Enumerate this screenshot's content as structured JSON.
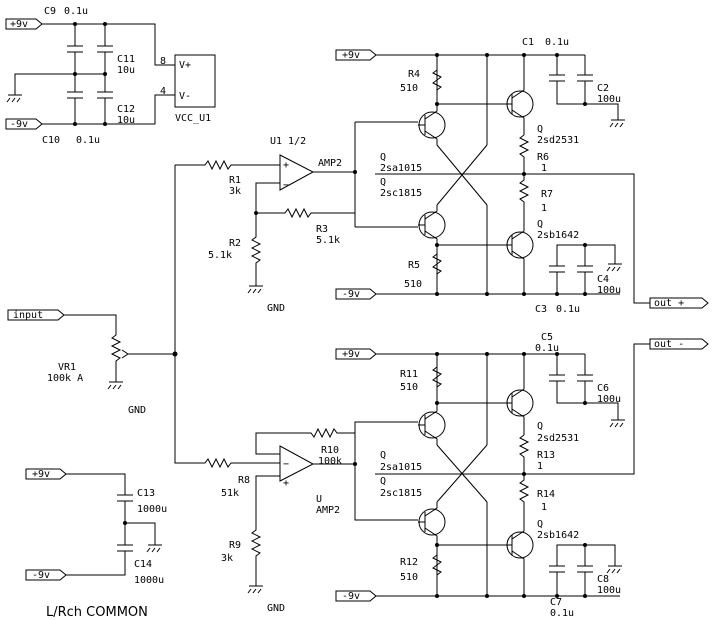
{
  "power": {
    "c9": "C9",
    "c9_val": "0.1u",
    "c10": "C10",
    "c10_val": "0.1u",
    "c11": "C11",
    "c11_val": "10u",
    "c12": "C12",
    "c12_val": "10u",
    "pin8": "8",
    "pin4": "4",
    "vplus": "V+",
    "vminus": "V-",
    "vcc": "VCC_U1",
    "p9": "+9v",
    "m9": "-9v"
  },
  "top": {
    "u1": "U1 1/2",
    "amp2": "AMP2",
    "r1": "R1",
    "r1_val": "3k",
    "r2": "R2",
    "r2_val": "5.1k",
    "r3": "R3",
    "r3_val": "5.1k",
    "r4": "R4",
    "r4_val": "510",
    "r5": "R5",
    "r5_val": "510",
    "r6": "R6",
    "r6_val": "1",
    "r7": "R7",
    "r7_val": "1",
    "c1": "C1",
    "c1_val": "0.1u",
    "c2": "C2",
    "c2_val": "100u",
    "c3": "C3",
    "c3_val": "0.1u",
    "c4": "C4",
    "c4_val": "100u",
    "q": "Q",
    "q_2sd2531": "2sd2531",
    "q_2sa1015": "2sa1015",
    "q_2sc1815": "2sc1815",
    "q_2sb1642": "2sb1642",
    "gnd": "GND",
    "out": "out +"
  },
  "input": {
    "label": "input",
    "vr1": "VR1",
    "vr1_val": "100k A",
    "gnd": "GND"
  },
  "bottom": {
    "u": "U",
    "amp2": "AMP2",
    "r8": "R8",
    "r8_val": "51k",
    "r9": "R9",
    "r9_val": "3k",
    "r10": "R10",
    "r10_val": "100k",
    "r11": "R11",
    "r11_val": "510",
    "r12": "R12",
    "r12_val": "510",
    "r13": "R13",
    "r13_val": "1",
    "r14": "R14",
    "r14_val": "1",
    "c5": "C5",
    "c5_val": "0.1u",
    "c6": "C6",
    "c6_val": "100u",
    "c7": "C7",
    "c7_val": "0.1u",
    "c8": "C8",
    "c8_val": "100u",
    "q": "Q",
    "q_2sd2531": "2sd2531",
    "q_2sa1015": "2sa1015",
    "q_2sc1815": "2sc1815",
    "q_2sb1642": "2sb1642",
    "gnd": "GND",
    "out": "out -"
  },
  "common": {
    "c13": "C13",
    "c13_val": "1000u",
    "c14": "C14",
    "c14_val": "1000u",
    "p9": "+9v",
    "m9": "-9v",
    "caption": "L/Rch COMMON"
  }
}
